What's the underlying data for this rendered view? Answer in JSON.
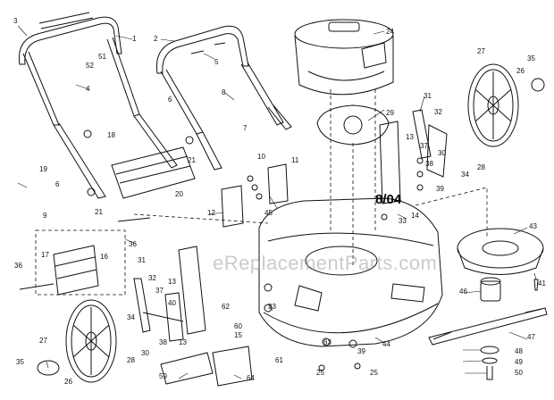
{
  "diagram": {
    "date_code": "8/04",
    "watermark": "eReplacementParts.com",
    "part_labels": [
      {
        "id": "p3",
        "text": "3"
      },
      {
        "id": "p1",
        "text": "1"
      },
      {
        "id": "p2",
        "text": "2"
      },
      {
        "id": "p51",
        "text": "51"
      },
      {
        "id": "p52",
        "text": "52"
      },
      {
        "id": "p5",
        "text": "5"
      },
      {
        "id": "p4",
        "text": "4"
      },
      {
        "id": "p24",
        "text": "24"
      },
      {
        "id": "p27a",
        "text": "27"
      },
      {
        "id": "p35a",
        "text": "35"
      },
      {
        "id": "p26a",
        "text": "26"
      },
      {
        "id": "p8",
        "text": "8"
      },
      {
        "id": "p31a",
        "text": "31"
      },
      {
        "id": "p32a",
        "text": "32"
      },
      {
        "id": "p6a",
        "text": "6"
      },
      {
        "id": "p29",
        "text": "29"
      },
      {
        "id": "p18",
        "text": "18"
      },
      {
        "id": "p7",
        "text": "7"
      },
      {
        "id": "p13a",
        "text": "13"
      },
      {
        "id": "p37a",
        "text": "37"
      },
      {
        "id": "p30a",
        "text": "30"
      },
      {
        "id": "p38a",
        "text": "38"
      },
      {
        "id": "p19",
        "text": "19"
      },
      {
        "id": "p21a",
        "text": "21"
      },
      {
        "id": "p10",
        "text": "10"
      },
      {
        "id": "p11",
        "text": "11"
      },
      {
        "id": "p28a",
        "text": "28"
      },
      {
        "id": "p34",
        "text": "34"
      },
      {
        "id": "p6b",
        "text": "6"
      },
      {
        "id": "p20",
        "text": "20"
      },
      {
        "id": "p39a",
        "text": "39"
      },
      {
        "id": "p21b",
        "text": "21"
      },
      {
        "id": "p12",
        "text": "12"
      },
      {
        "id": "p45",
        "text": "45"
      },
      {
        "id": "p33a",
        "text": "33"
      },
      {
        "id": "p14",
        "text": "14"
      },
      {
        "id": "p9",
        "text": "9"
      },
      {
        "id": "p43",
        "text": "43"
      },
      {
        "id": "p36a",
        "text": "36"
      },
      {
        "id": "p17",
        "text": "17"
      },
      {
        "id": "p16",
        "text": "16"
      },
      {
        "id": "p36b",
        "text": "36"
      },
      {
        "id": "p31b",
        "text": "31"
      },
      {
        "id": "p41",
        "text": "41"
      },
      {
        "id": "p32b",
        "text": "32"
      },
      {
        "id": "p13b",
        "text": "13"
      },
      {
        "id": "p37b",
        "text": "37"
      },
      {
        "id": "p40",
        "text": "40"
      },
      {
        "id": "p46",
        "text": "46"
      },
      {
        "id": "p62",
        "text": "62"
      },
      {
        "id": "p33b",
        "text": "33"
      },
      {
        "id": "p34b",
        "text": "34"
      },
      {
        "id": "p38b",
        "text": "38"
      },
      {
        "id": "p13c",
        "text": "13"
      },
      {
        "id": "p15",
        "text": "15"
      },
      {
        "id": "p60",
        "text": "60"
      },
      {
        "id": "p27b",
        "text": "27"
      },
      {
        "id": "p30b",
        "text": "30"
      },
      {
        "id": "p28b",
        "text": "28"
      },
      {
        "id": "p63",
        "text": "63"
      },
      {
        "id": "p39b",
        "text": "39"
      },
      {
        "id": "p44",
        "text": "44"
      },
      {
        "id": "p47",
        "text": "47"
      },
      {
        "id": "p61",
        "text": "61"
      },
      {
        "id": "p25a",
        "text": "25"
      },
      {
        "id": "p48",
        "text": "48"
      },
      {
        "id": "p35b",
        "text": "35"
      },
      {
        "id": "p26b",
        "text": "26"
      },
      {
        "id": "p59",
        "text": "59"
      },
      {
        "id": "p64",
        "text": "64"
      },
      {
        "id": "p25b",
        "text": "25"
      },
      {
        "id": "p49",
        "text": "49"
      },
      {
        "id": "p50",
        "text": "50"
      }
    ]
  }
}
